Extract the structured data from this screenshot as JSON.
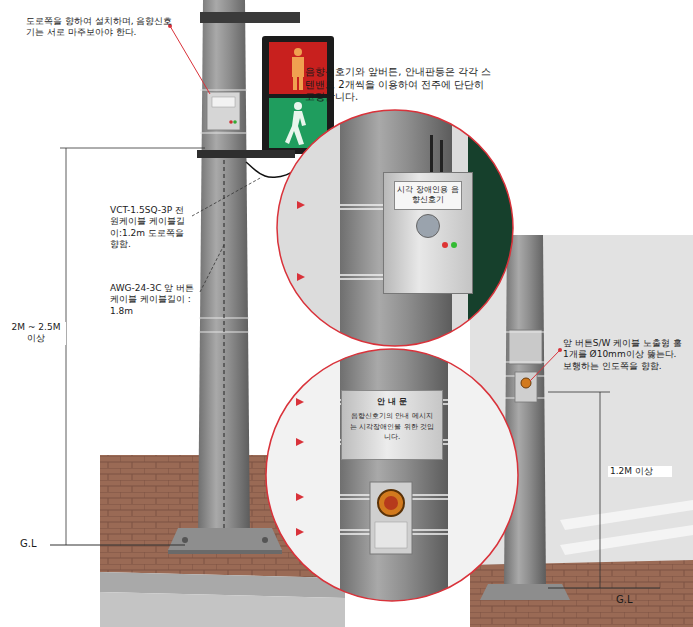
{
  "diagram": {
    "nodes": [
      {
        "text": [
          "시각 장애인용 음향신호기"
        ]
      },
      {
        "text": [
          "안 내 문",
          "음향신호기의 안내 메시지는 시각장애인을 위한 것입니다."
        ]
      }
    ],
    "labels": [
      "도로쪽을 향하여 설치하며, 음향신호기는 서로 마주보아야 한다.",
      "음향신호기와 앞버튼, 안내판등은 각각 스텐밴드 2개씩을 이용하여 전주에 단단히 고정합니다.",
      "VCT-1.5SQ-3P 전원케이블 케이블길이:1.2m 도로쪽을 향함.",
      "AWG-24-3C 앞 버튼케이블 케이블길이 : 1.8m",
      "2M ~ 2.5M 이상",
      "G.L",
      "앞 버튼S/W 케이블 노출형 홀 1개를 Ø10mm이상 뚫는다. 보행하는 인도쪽을 향함.",
      "1.2M 이상",
      "G.L"
    ]
  }
}
